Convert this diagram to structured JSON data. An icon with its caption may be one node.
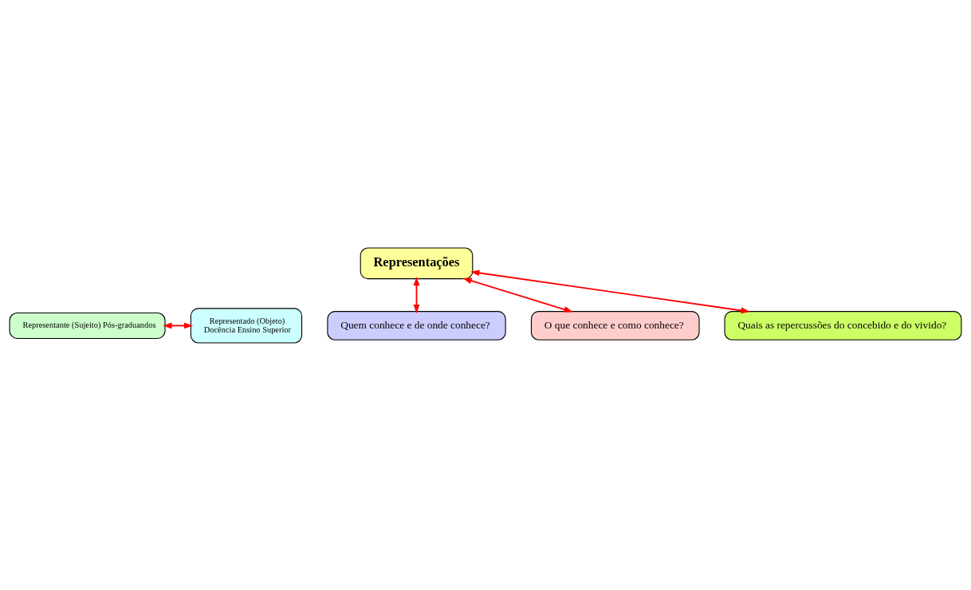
{
  "diagram": {
    "nodes": [
      {
        "text": [
          "Representações"
        ]
      },
      {
        "text": [
          "Representante (Sujeito) Pós-graduandos"
        ]
      },
      {
        "text": [
          "Representado (Objeto) Docência Ensino Superior"
        ]
      },
      {
        "text": [
          "Quem conhece e de onde conhece?"
        ]
      },
      {
        "text": [
          "O que conhece e como conhece?"
        ]
      },
      {
        "text": [
          "Quais as repercussões do concebido e do vivido?"
        ]
      }
    ],
    "edges": [
      {
        "from": 1,
        "to": 2,
        "arrow": "both"
      },
      {
        "from": 0,
        "to": 3,
        "arrow": "both"
      },
      {
        "from": 0,
        "to": 4,
        "arrow": "both"
      },
      {
        "from": 0,
        "to": 5,
        "arrow": "both"
      }
    ]
  }
}
